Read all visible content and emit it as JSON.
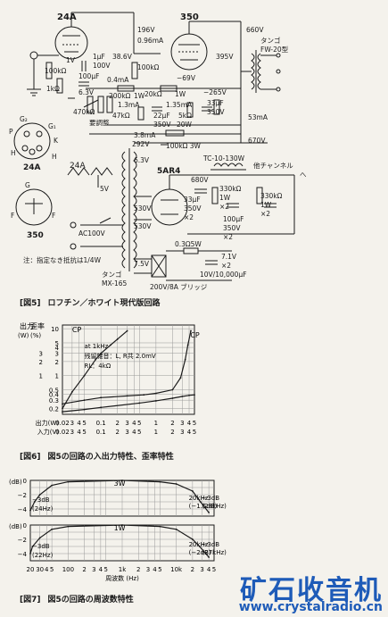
{
  "fig5": {
    "caption_num": "[図5]",
    "caption_text": "ロフチン／ホワイト現代版回路",
    "labels": {
      "tube_24a_top": "24A",
      "tube_350_top": "350",
      "v196": "196V",
      "ma096": "0.96mA",
      "v660": "660V",
      "tango_fw": "タンゴ",
      "fw20": "FW-20型",
      "r100k_top": "100kΩ",
      "c1uf": "1μF",
      "c100v": "100V",
      "v386": "38.6V",
      "v1": "1V",
      "r100k_left": "100kΩ",
      "r1k": "1kΩ",
      "c100uf": "100μF",
      "v63": "6.3V",
      "ma04": "0.4mA",
      "v395": "395V",
      "v_69": "−69V",
      "r200k": "200kΩ",
      "w1": "1W",
      "ma13": "1.3mA",
      "v_265": "−265V",
      "r20k": "20kΩ",
      "w1b": "1W",
      "r470k": "470kΩ",
      "r47k": "47kΩ",
      "pot": "要調整",
      "c22uf": "22μF",
      "v350a": "350V",
      "ma135": "1.35mA",
      "r5k": "5kΩ",
      "w20": "20W",
      "c33uf": "33μF",
      "v350b": "350V",
      "ma53": "53mA",
      "ma38": "3.8mA",
      "r100k3w": "100kΩ 3W",
      "v670": "670V",
      "v292": "292V",
      "tube_24a_pin": "24A",
      "v63b": "6.3V",
      "rect_5ar4": "5AR4",
      "tc": "TC-10-130W",
      "v5": "5V",
      "r680v": "680V",
      "other_ch": "他チャンネル",
      "to": "へ",
      "c33x2": "33μF",
      "v350x2": "350V",
      "x2a": "×2",
      "r330k": "330kΩ",
      "w1x2": "1W",
      "x2b": "×2",
      "v530a": "530V",
      "v530b": "530V",
      "c100x2": "100μF",
      "v350c": "350V",
      "x2c": "×2",
      "r330kb": "330kΩ",
      "w1c": "1W",
      "x2d": "×2",
      "tube_350_pin": "350",
      "ac100": "AC100V",
      "note": "注：指定なき抵抗は1/4W",
      "v75": "7.5V",
      "r03": "0.3Ω5W",
      "v71": "7.1V",
      "x2e": "×2",
      "c10v": "10V/10,000μF",
      "tango_mx": "タンゴ",
      "mx165": "MX-165",
      "bridge": "200V/8A ブリッジ",
      "g2": "G₂",
      "g1": "G₁",
      "p": "P",
      "k": "K",
      "h": "H",
      "g": "G",
      "f": "F",
      "f2": "F",
      "g24a_top": "24A"
    }
  },
  "fig6": {
    "caption_num": "[図6]",
    "caption_text": "図5の回路の入出力特性、歪率特性",
    "y_out_label": "出力",
    "y_w_label": "(W)",
    "y_dist_label": "歪率",
    "y_pct_label": "(%)",
    "x_in_label": "入力(V)",
    "x_out_label": "出力(W)",
    "cp_left": "CP",
    "cp_right": "CP",
    "note1": "at 1kHz",
    "note2": "残留雑音：L, R共 2.0mV",
    "note3": "RL：4kΩ",
    "y_ticks_out": [
      "3",
      "2",
      "1"
    ],
    "y_ticks_dist": [
      "10",
      "5",
      "4",
      "3",
      "2",
      "1",
      "0.5",
      "0.4",
      "0.3",
      "0.2"
    ],
    "y_ticks_combo": [
      "5",
      "4",
      "3",
      "2",
      "1",
      "0.5",
      "0.4",
      "0.3",
      "0.2"
    ],
    "x_ticks_out": [
      "0.02",
      "3",
      "4",
      "5",
      "0.1",
      "2",
      "3",
      "4",
      "5",
      "1",
      "2",
      "3",
      "4",
      "5"
    ],
    "x_ticks_in": [
      "0.02",
      "3",
      "4",
      "5",
      "0.1",
      "2",
      "3",
      "4",
      "5",
      "1",
      "2",
      "3",
      "4",
      "5"
    ],
    "chart_data": {
      "type": "line",
      "x_scale": "log",
      "series": [
        {
          "name": "",
          "x": [
            0.02,
            0.05,
            0.1,
            0.3,
            0.6,
            1.0,
            2.0,
            2.8,
            3.4,
            3.8,
            4.3
          ],
          "y": [
            0.25,
            0.3,
            0.34,
            0.37,
            0.39,
            0.42,
            0.5,
            0.9,
            2.2,
            4.5,
            9.0
          ]
        },
        {
          "name": "",
          "x": [
            0.02,
            0.03,
            0.05,
            0.08,
            0.1,
            0.15,
            0.2,
            0.3
          ],
          "y": [
            0.2,
            0.45,
            1.0,
            2.2,
            3.0,
            4.5,
            6.0,
            9.0
          ]
        },
        {
          "name": "",
          "x": [
            0.02,
            0.05,
            0.1,
            0.5,
            1.0,
            2.0,
            3.0,
            4.0,
            5.0
          ],
          "y": [
            0.17,
            0.19,
            0.21,
            0.26,
            0.29,
            0.33,
            0.36,
            0.38,
            0.39
          ]
        }
      ]
    }
  },
  "fig7": {
    "caption_num": "[図7]",
    "caption_text": "図5の回路の周波数特性",
    "top_y_unit": "(dB)",
    "bot_y_unit": "(dB)",
    "top_ticks": [
      "0",
      "−2",
      "−4"
    ],
    "bot_ticks": [
      "0",
      "−2",
      "−4"
    ],
    "label_3w": "3W",
    "label_1w": "1W",
    "top_lo_db": "−3dB",
    "top_lo_hz": "(24Hz)",
    "top_hi_a": "20kHz",
    "top_hi_a2": "(−1.5dB)",
    "top_hi_b": "−3dB",
    "top_hi_b2": "(28kHz)",
    "bot_lo_db": "−3dB",
    "bot_lo_hz": "(22Hz)",
    "bot_hi_a": "20kHz",
    "bot_hi_a2": "(−2dB)",
    "bot_hi_b": "−3dB",
    "bot_hi_b2": "(27kHz)",
    "x_title": "周波数 (Hz)",
    "x_ticks": [
      "20",
      "30",
      "4",
      "5",
      "100",
      "2",
      "3",
      "4",
      "5",
      "1k",
      "2",
      "3",
      "4",
      "5",
      "10k",
      "2",
      "3",
      "4",
      "5"
    ],
    "chart_data": {
      "type": "line",
      "x_scale": "log",
      "xlabel": "周波数 (Hz)",
      "series": [
        {
          "name": "3W",
          "x": [
            20,
            24,
            30,
            50,
            100,
            1000,
            5000,
            10000,
            20000,
            28000,
            40000
          ],
          "y": [
            -4.2,
            -3.0,
            -2.0,
            -0.7,
            -0.2,
            0,
            -0.2,
            -0.5,
            -1.5,
            -3.0,
            -4.5
          ]
        },
        {
          "name": "1W",
          "x": [
            20,
            22,
            30,
            50,
            100,
            1000,
            5000,
            10000,
            20000,
            27000,
            40000
          ],
          "y": [
            -4.0,
            -3.0,
            -1.8,
            -0.6,
            -0.2,
            0,
            -0.2,
            -0.6,
            -2.0,
            -3.0,
            -4.5
          ]
        }
      ]
    }
  },
  "watermark": {
    "text": "矿石收音机",
    "url": "www.crystalradio.cn"
  }
}
